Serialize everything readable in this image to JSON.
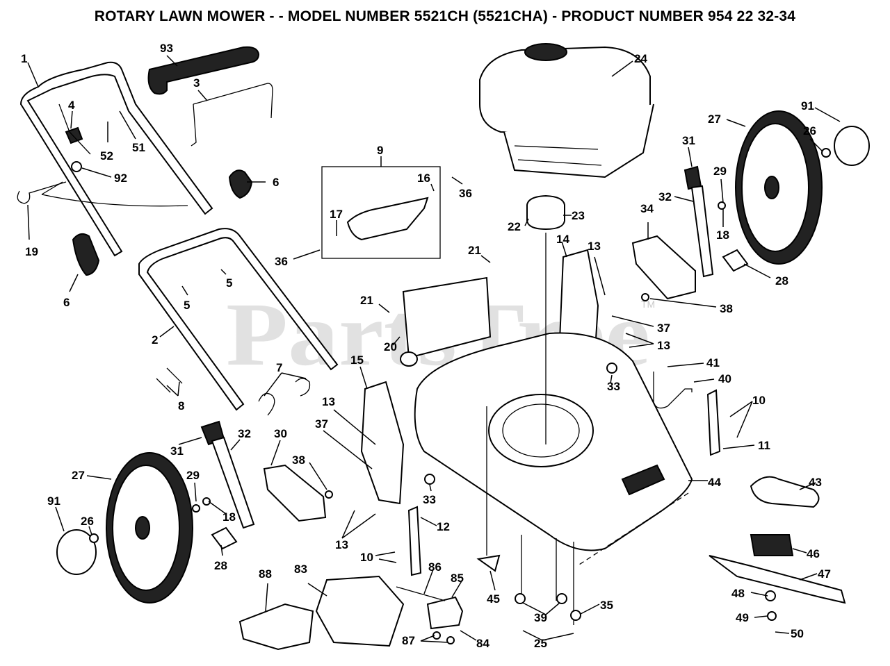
{
  "title": "ROTARY LAWN MOWER - - MODEL NUMBER 5521CH (5521CHA) - PRODUCT NUMBER 954 22 32-34",
  "watermark": "PartsTree",
  "watermark_tm": "TM",
  "callouts": {
    "c1": "1",
    "c93": "93",
    "c3": "3",
    "c4": "4",
    "c52": "52",
    "c51": "51",
    "c92": "92",
    "c6a": "6",
    "c6b": "6",
    "c19": "19",
    "c5a": "5",
    "c5b": "5",
    "c2": "2",
    "c7": "7",
    "c8": "8",
    "c9": "9",
    "c16": "16",
    "c36a": "36",
    "c36b": "36",
    "c17": "17",
    "c24": "24",
    "c91a": "91",
    "c27a": "27",
    "c26a": "26",
    "c31a": "31",
    "c29a": "29",
    "c32a": "32",
    "c34": "34",
    "c18a": "18",
    "c23": "23",
    "c22": "22",
    "c21a": "21",
    "c21b": "21",
    "c14": "14",
    "c13a": "13",
    "c28a": "28",
    "c38a": "38",
    "c37a": "37",
    "c13b": "13",
    "c20": "20",
    "c33a": "33",
    "c41": "41",
    "c40": "40",
    "c10a": "10",
    "c11": "11",
    "c15": "15",
    "c13c": "13",
    "c37b": "37",
    "c31b": "31",
    "c32b": "32",
    "c30": "30",
    "c38b": "38",
    "c27b": "27",
    "c29b": "29",
    "c18b": "18",
    "c91b": "91",
    "c26b": "26",
    "c28b": "28",
    "c13d": "13",
    "c10b": "10",
    "c12": "12",
    "c33b": "33",
    "c44": "44",
    "c43": "43",
    "c46": "46",
    "c47": "47",
    "c88": "88",
    "c83": "83",
    "c86": "86",
    "c85": "85",
    "c45": "45",
    "c39": "39",
    "c35": "35",
    "c48": "48",
    "c49": "49",
    "c50": "50",
    "c87": "87",
    "c84": "84",
    "c25": "25"
  }
}
